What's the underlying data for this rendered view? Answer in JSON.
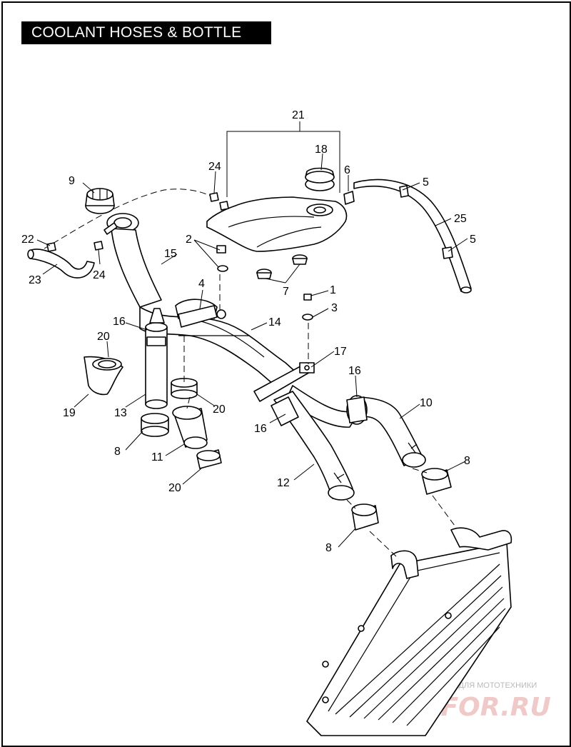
{
  "title": "COOLANT HOSES & BOTTLE",
  "watermark": {
    "subtitle": "ЗАПЧАСТИ И АКСЕССУАРЫ ДЛЯ МОТОТЕХНИКИ",
    "brand": "PARTSFOR.RU"
  },
  "callouts": [
    {
      "id": "c-21",
      "label": "21"
    },
    {
      "id": "c-18",
      "label": "18"
    },
    {
      "id": "c-24a",
      "label": "24"
    },
    {
      "id": "c-6",
      "label": "6"
    },
    {
      "id": "c-5a",
      "label": "5"
    },
    {
      "id": "c-9",
      "label": "9"
    },
    {
      "id": "c-25",
      "label": "25"
    },
    {
      "id": "c-5b",
      "label": "5"
    },
    {
      "id": "c-22",
      "label": "22"
    },
    {
      "id": "c-2",
      "label": "2"
    },
    {
      "id": "c-15",
      "label": "15"
    },
    {
      "id": "c-23",
      "label": "23"
    },
    {
      "id": "c-24b",
      "label": "24"
    },
    {
      "id": "c-7",
      "label": "7"
    },
    {
      "id": "c-1",
      "label": "1"
    },
    {
      "id": "c-4",
      "label": "4"
    },
    {
      "id": "c-3",
      "label": "3"
    },
    {
      "id": "c-16a",
      "label": "16"
    },
    {
      "id": "c-14",
      "label": "14"
    },
    {
      "id": "c-20a",
      "label": "20"
    },
    {
      "id": "c-17",
      "label": "17"
    },
    {
      "id": "c-16b",
      "label": "16"
    },
    {
      "id": "c-19",
      "label": "19"
    },
    {
      "id": "c-13",
      "label": "13"
    },
    {
      "id": "c-20b",
      "label": "20"
    },
    {
      "id": "c-10",
      "label": "10"
    },
    {
      "id": "c-16c",
      "label": "16"
    },
    {
      "id": "c-8a",
      "label": "8"
    },
    {
      "id": "c-11",
      "label": "11"
    },
    {
      "id": "c-8b",
      "label": "8"
    },
    {
      "id": "c-12",
      "label": "12"
    },
    {
      "id": "c-20c",
      "label": "20"
    },
    {
      "id": "c-8c",
      "label": "8"
    }
  ]
}
